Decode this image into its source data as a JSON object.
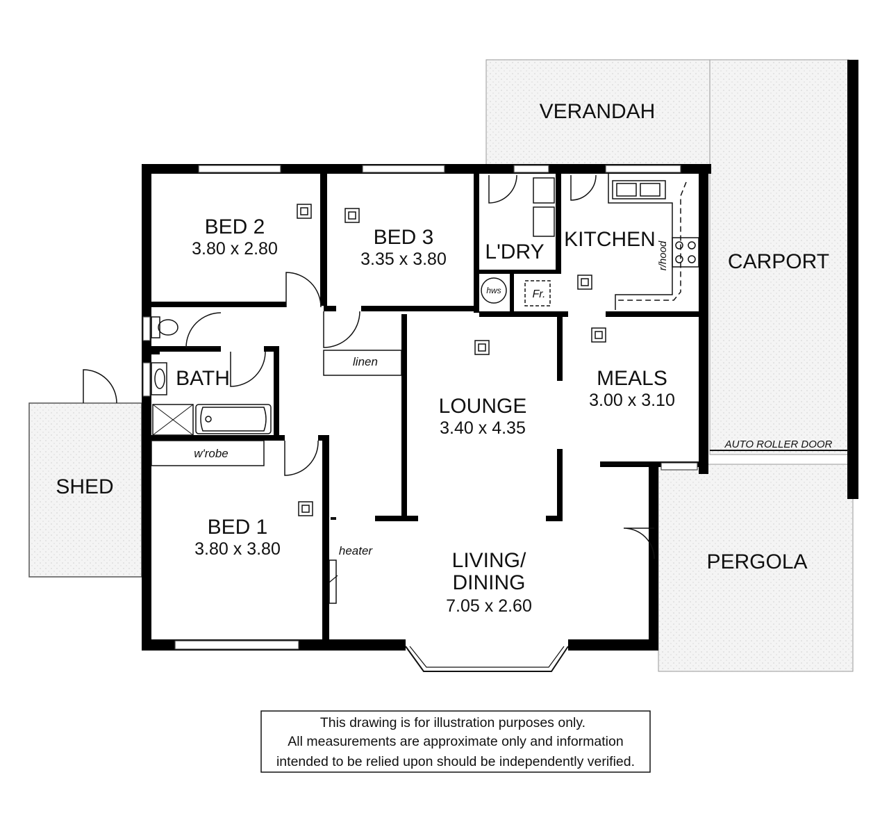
{
  "rooms": {
    "verandah": {
      "name": "VERANDAH"
    },
    "carport": {
      "name": "CARPORT",
      "door_note": "AUTO ROLLER DOOR"
    },
    "pergola": {
      "name": "PERGOLA"
    },
    "shed": {
      "name": "SHED"
    },
    "bed2": {
      "name": "BED 2",
      "size": "3.80 x 2.80"
    },
    "bed3": {
      "name": "BED 3",
      "size": "3.35 x 3.80"
    },
    "bed1": {
      "name": "BED 1",
      "size": "3.80 x 3.80"
    },
    "laundry": {
      "name": "L'DRY"
    },
    "kitchen": {
      "name": "KITCHEN"
    },
    "bath": {
      "name": "BATH"
    },
    "lounge": {
      "name": "LOUNGE",
      "size": "3.40 x 4.35"
    },
    "meals": {
      "name": "MEALS",
      "size": "3.00 x 3.10"
    },
    "living": {
      "name_line1": "LIVING/",
      "name_line2": "DINING",
      "size": "7.05 x 2.60"
    }
  },
  "fixtures": {
    "linen": "linen",
    "wrobe": "w'robe",
    "heater": "heater",
    "hws": "hws",
    "fridge": "Fr.",
    "rangehood": "r/hood"
  },
  "disclaimer": {
    "line1": "This drawing is for illustration purposes only.",
    "line2": "All measurements are approximate only and information",
    "line3": "intended to be relied upon should be independently verified."
  }
}
